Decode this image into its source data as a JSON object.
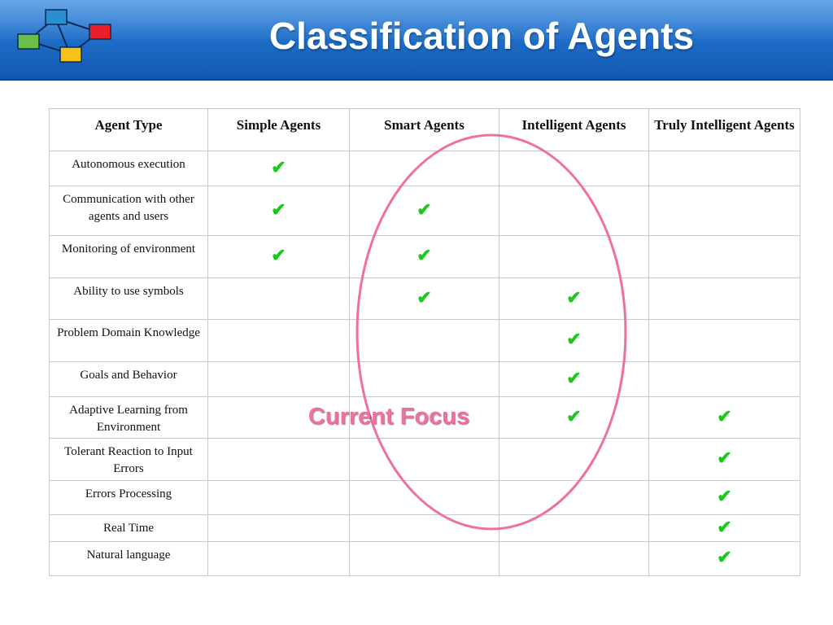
{
  "slide": {
    "title": "Classification of Agents"
  },
  "table": {
    "headers": [
      "Agent Type",
      "Simple Agents",
      "Smart Agents",
      "Intelligent Agents",
      "Truly Intelligent Agents"
    ],
    "rows": [
      {
        "label": "Autonomous execution",
        "checks": [
          true,
          false,
          false,
          false
        ]
      },
      {
        "label": "Communication with other agents and users",
        "checks": [
          true,
          true,
          false,
          false
        ]
      },
      {
        "label": "Monitoring of environment",
        "checks": [
          true,
          true,
          false,
          false
        ]
      },
      {
        "label": "Ability to use symbols",
        "checks": [
          false,
          true,
          true,
          false
        ]
      },
      {
        "label": "Problem Domain Knowledge",
        "checks": [
          false,
          false,
          true,
          false
        ]
      },
      {
        "label": "Goals and Behavior",
        "checks": [
          false,
          false,
          true,
          false
        ]
      },
      {
        "label": "Adaptive Learning from  Environment",
        "checks": [
          false,
          false,
          true,
          true
        ]
      },
      {
        "label": "Tolerant Reaction to Input Errors",
        "checks": [
          false,
          false,
          false,
          true
        ]
      },
      {
        "label": "Errors Processing",
        "checks": [
          false,
          false,
          false,
          true
        ]
      },
      {
        "label": "Real Time",
        "checks": [
          false,
          false,
          false,
          true
        ]
      },
      {
        "label": "Natural language",
        "checks": [
          false,
          false,
          false,
          true
        ]
      }
    ],
    "check_icon": "checkmark-icon",
    "check_glyph": "✔",
    "check_color": "#1cc81c"
  },
  "annotation": {
    "label": "Current Focus",
    "color": "#f06fa3"
  },
  "colors": {
    "header_blue": "#1f6fca",
    "logo_boxes": [
      "#2a8fd0",
      "#e8202a",
      "#6cc04a",
      "#f7c31a"
    ]
  }
}
